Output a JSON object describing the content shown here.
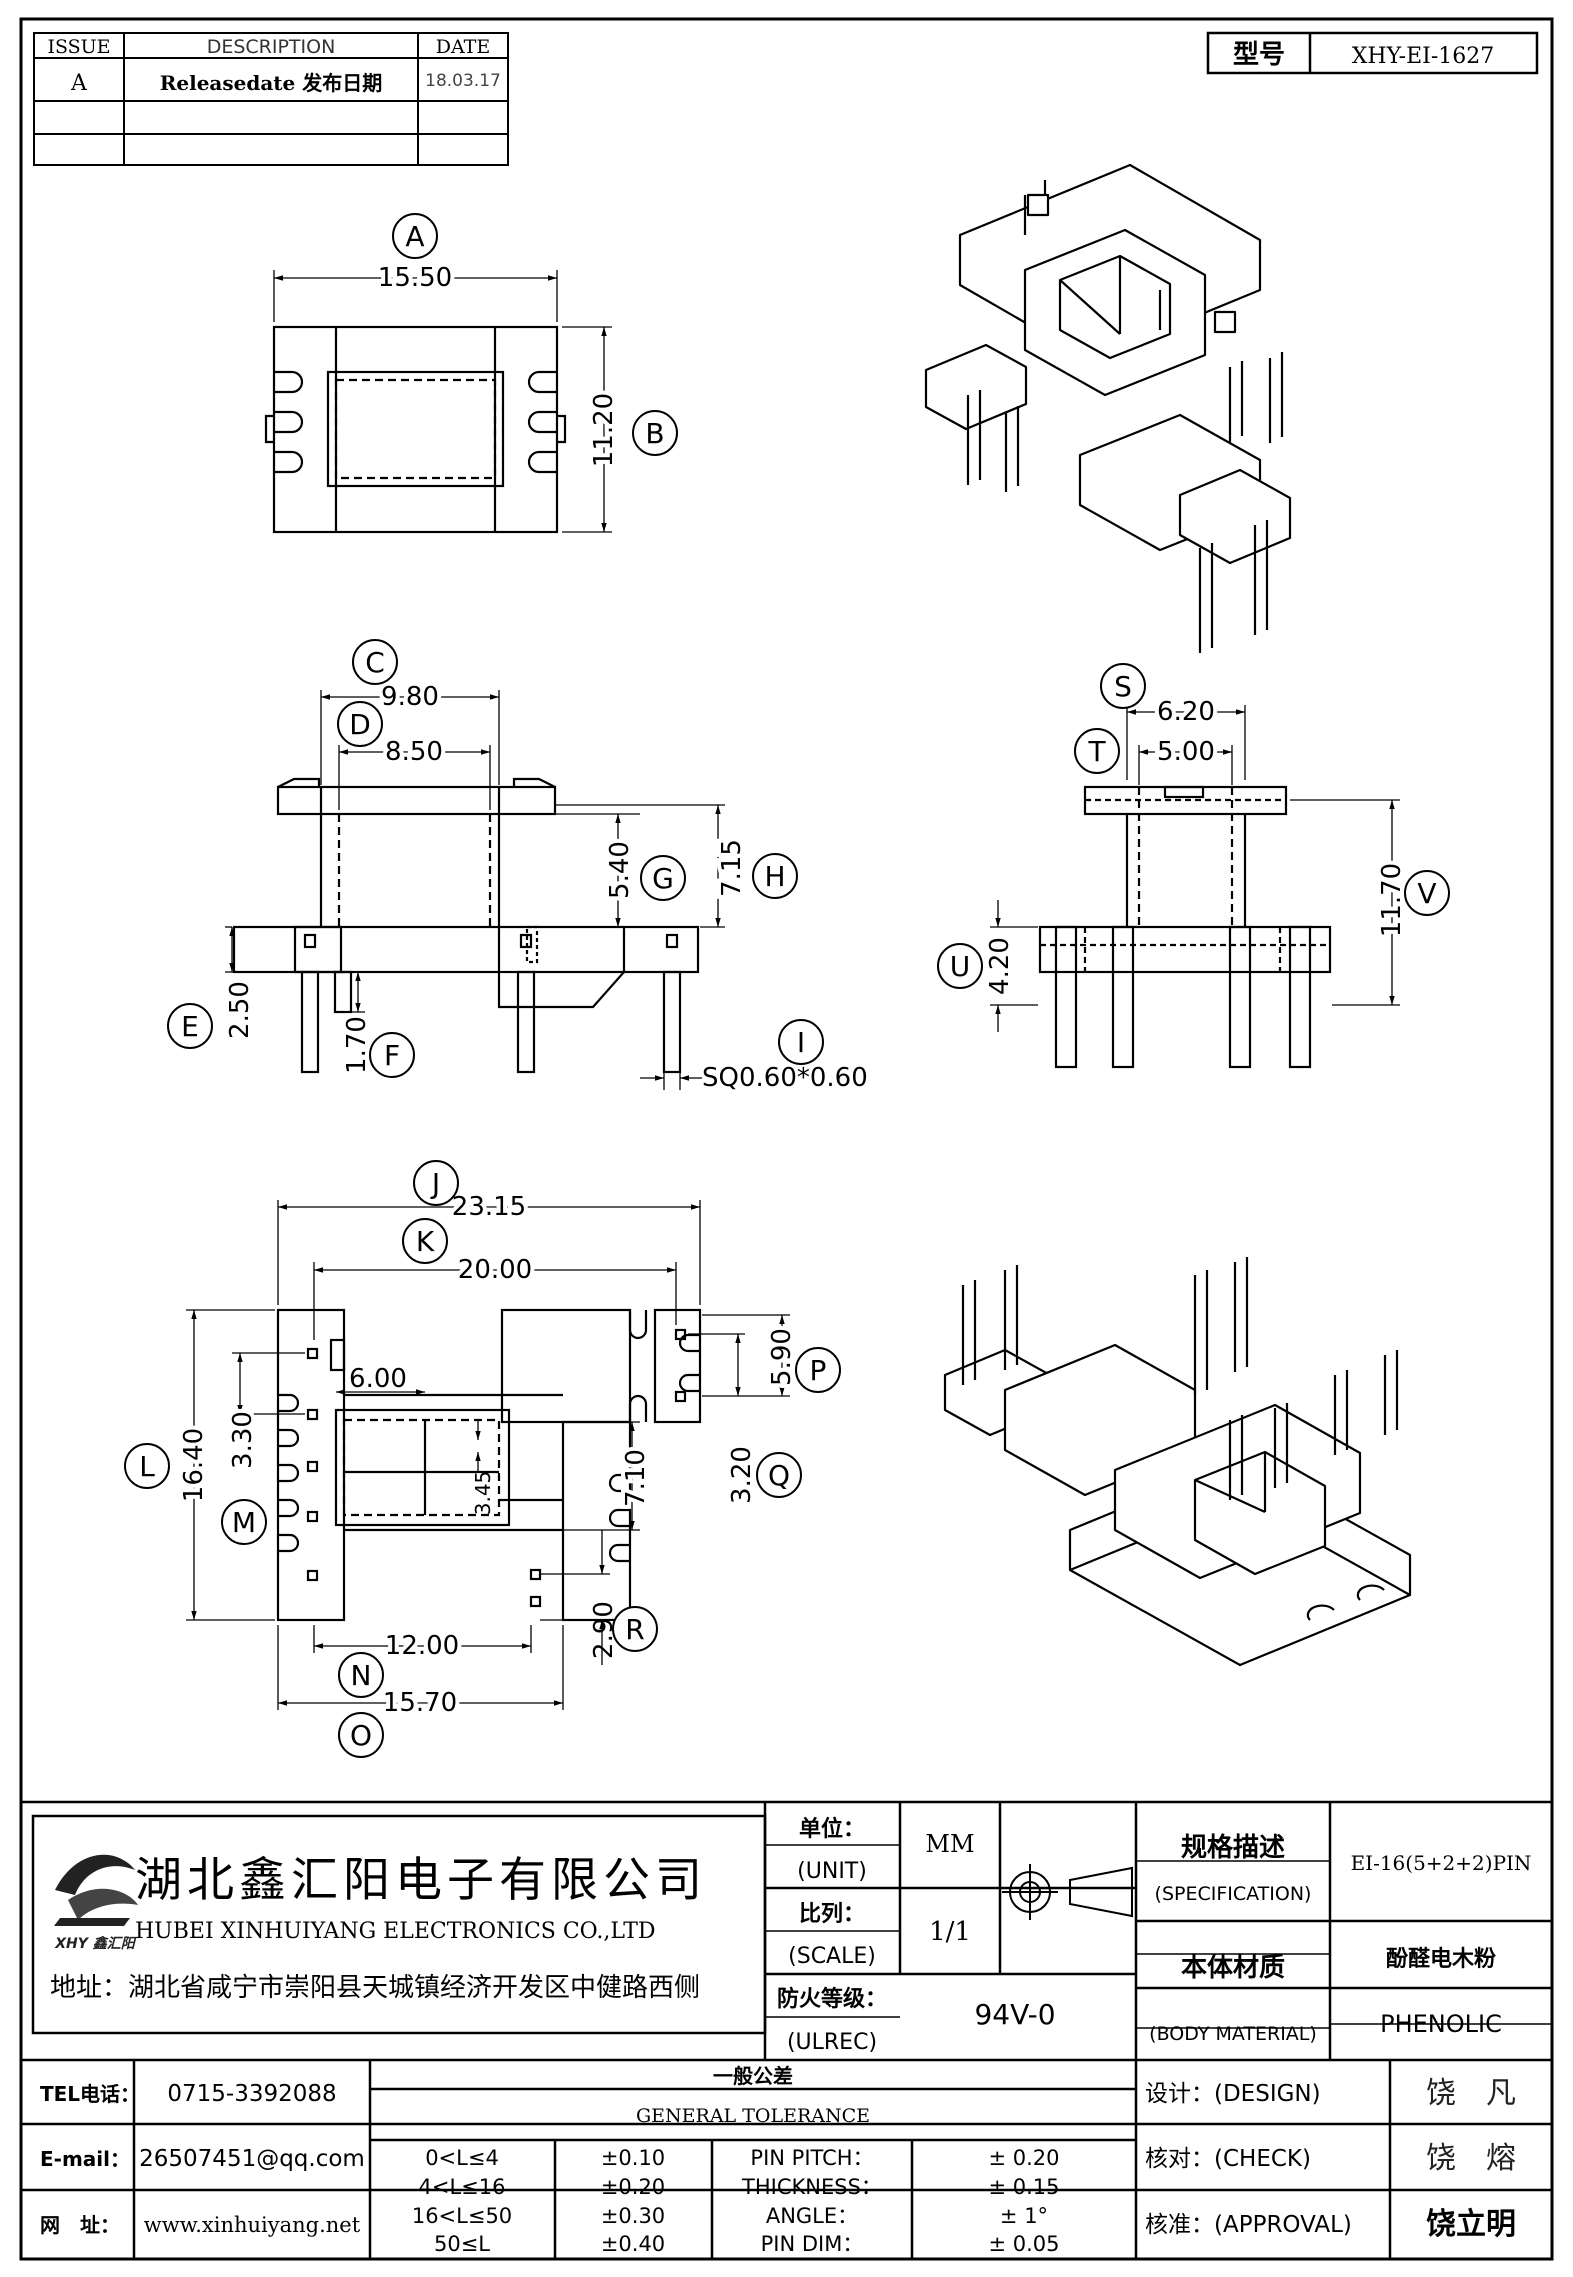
{
  "revision_table": {
    "headers": [
      "ISSUE",
      "DESCRIPTION",
      "DATE"
    ],
    "rows": [
      {
        "issue": "A",
        "description": "Releasedate 发布日期",
        "date": "18.03.17"
      },
      {
        "issue": "",
        "description": "",
        "date": ""
      },
      {
        "issue": "",
        "description": "",
        "date": ""
      }
    ]
  },
  "model": {
    "label": "型号",
    "value": "XHY-EI-1627"
  },
  "dimensions": {
    "A": "15.50",
    "B": "11.20",
    "C": "9.80",
    "D": "8.50",
    "E": "2.50",
    "F": "1.70",
    "G": "5.40",
    "H": "7.15",
    "I": "SQ0.60*0.60",
    "S": "6.20",
    "T": "5.00",
    "U": "4.20",
    "V": "11.70",
    "J": "23.15",
    "K": "20.00",
    "L": "16.40",
    "M": "3.30",
    "N": "12.00",
    "O": "15.70",
    "P": "5.90",
    "Q": "3.20",
    "R": "2.90",
    "inner_6": "6.00",
    "inner_345": "3.45",
    "inner_710": "7.10"
  },
  "company": {
    "name_cn": "湖北鑫汇阳电子有限公司",
    "name_en": "HUBEI XINHUIYANG ELECTRONICS CO.,LTD",
    "address": "地址：湖北省咸宁市崇阳县天城镇经济开发区中健路西侧",
    "logo_text": "XHY 鑫汇阳"
  },
  "title_block": {
    "unit_label_cn": "单位：",
    "unit_label_en": "(UNIT)",
    "unit_value": "MM",
    "scale_label_cn": "比列：",
    "scale_label_en": "(SCALE)",
    "scale_value": "1/1",
    "fire_label_cn": "防火等级：",
    "fire_label_en": "(ULREC)",
    "fire_value": "94V-0",
    "spec_label_cn": "规格描述",
    "spec_label_en": "(SPECIFICATION)",
    "spec_value": "EI-16(5+2+2)PIN",
    "material_label_cn": "本体材质",
    "material_label_en": "(BODY MATERIAL)",
    "material_value_cn": "酚醛电木粉",
    "material_value_en": "PHENOLIC"
  },
  "contact": {
    "tel_label": "TEL电话：",
    "tel": "0715-3392088",
    "email_label": "E-mail：",
    "email": "26507451@qq.com",
    "web_label": "网　址：",
    "web": "www.xinhuiyang.net"
  },
  "tolerance": {
    "title_cn": "一般公差",
    "title_en": "GENERAL TOLERANCE",
    "rows": [
      {
        "range": "0<L≤4",
        "tol": "±0.10",
        "item": "PIN PITCH：",
        "val": "±  0.20"
      },
      {
        "range": "4<L≤16",
        "tol": "±0.20",
        "item": "THICKNESS：",
        "val": "±  0.15"
      },
      {
        "range": "16<L≤50",
        "tol": "±0.30",
        "item": "ANGLE：",
        "val": "±  1°"
      },
      {
        "range": "50≤L",
        "tol": "±0.40",
        "item": "PIN DIM：",
        "val": "±  0.05"
      }
    ]
  },
  "approval": {
    "design_label": "设计：(DESIGN)",
    "design_name": "饶　凡",
    "check_label": "核对：(CHECK)",
    "check_name": "饶　熔",
    "approval_label": "核准：(APPROVAL)",
    "approval_name": "饶立明"
  }
}
